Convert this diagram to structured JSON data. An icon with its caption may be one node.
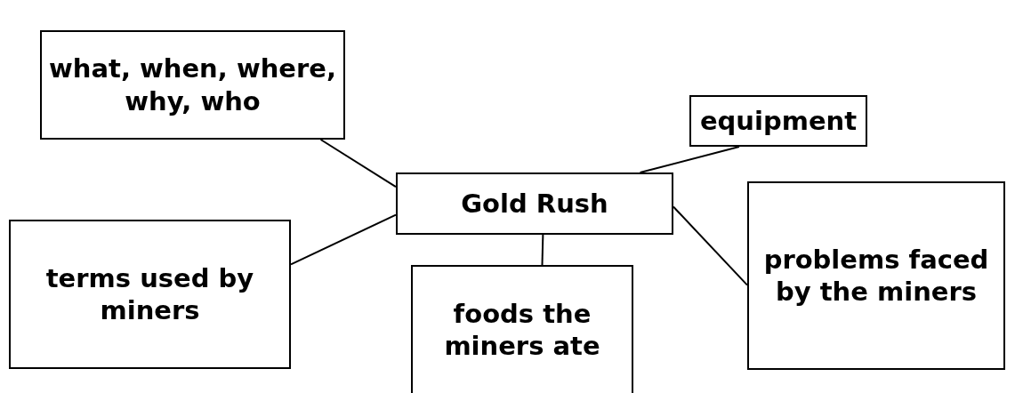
{
  "diagram": {
    "nodes": [
      {
        "text": [
          "what, when, where, why, who"
        ]
      },
      {
        "text": [
          "equipment"
        ]
      },
      {
        "text": [
          "Gold Rush"
        ]
      },
      {
        "text": [
          "problems faced by the miners"
        ]
      },
      {
        "text": [
          "terms used by miners"
        ]
      },
      {
        "text": [
          "foods the miners ate"
        ]
      }
    ],
    "edges": [
      {
        "from": 0,
        "to": 2,
        "arrow": "none"
      },
      {
        "from": 1,
        "to": 2,
        "arrow": "none"
      },
      {
        "from": 2,
        "to": 3,
        "arrow": "none"
      },
      {
        "from": 2,
        "to": 4,
        "arrow": "none"
      },
      {
        "from": 2,
        "to": 5,
        "arrow": "none"
      }
    ]
  }
}
